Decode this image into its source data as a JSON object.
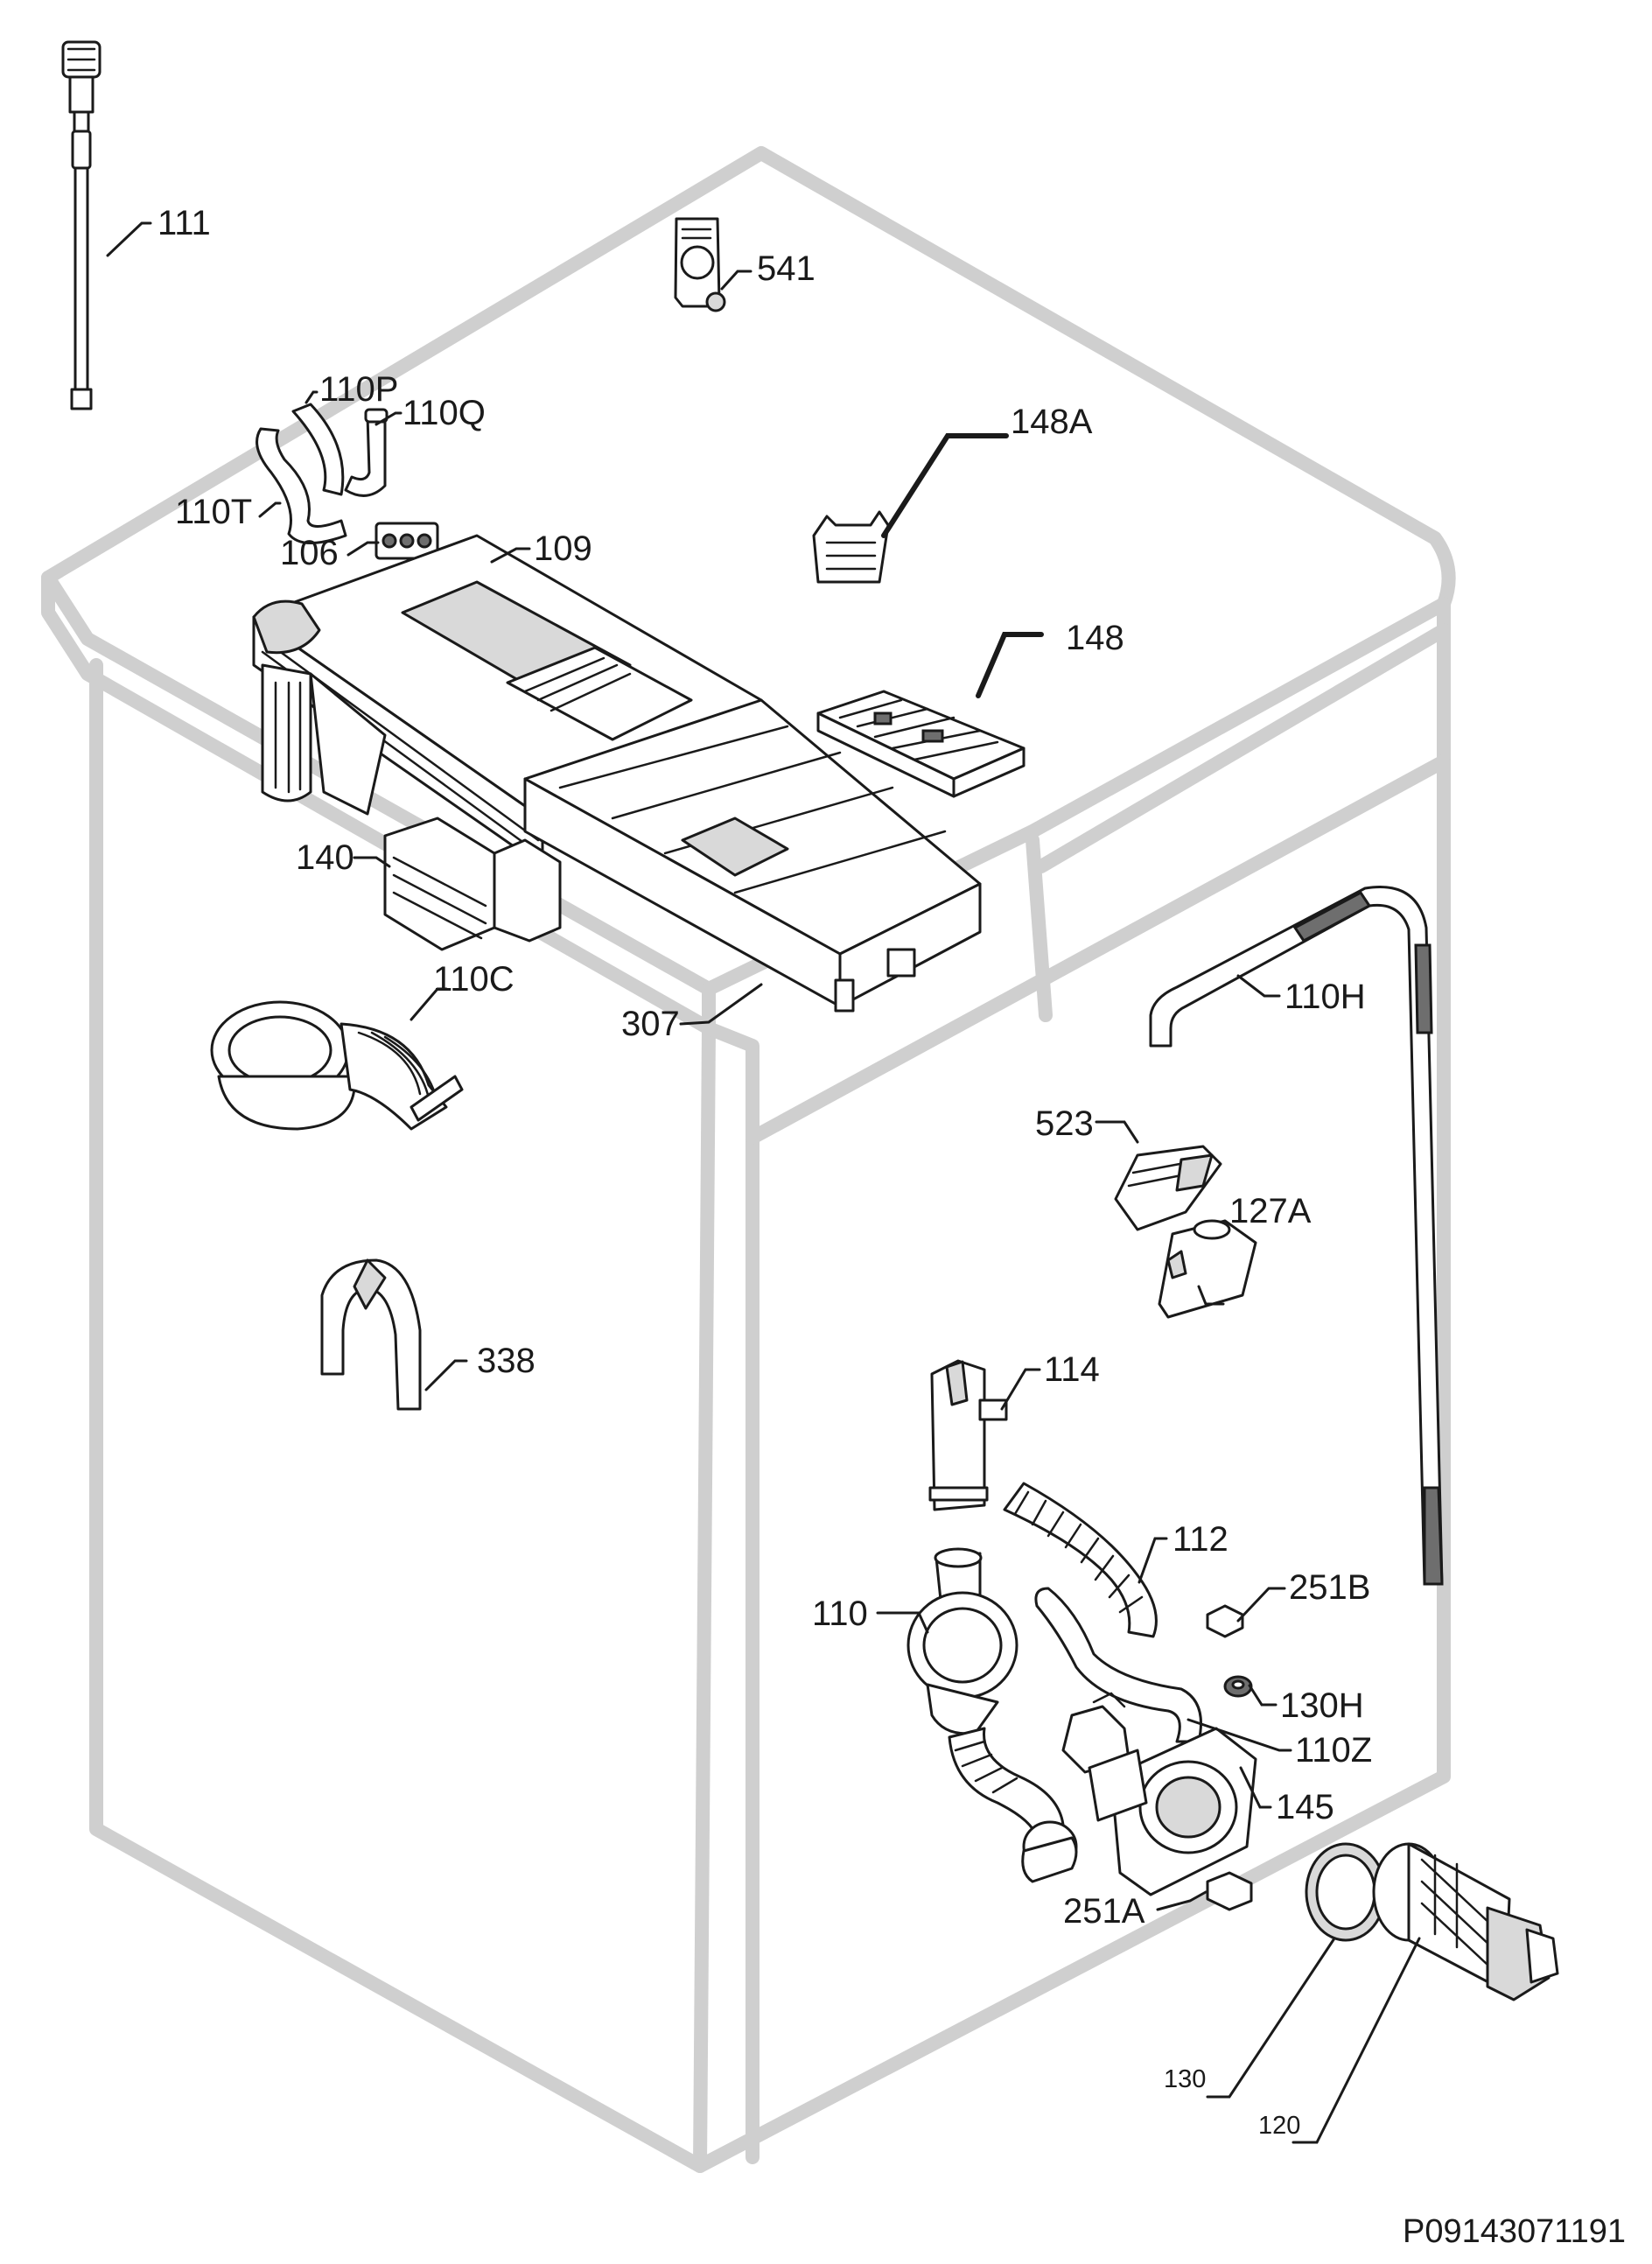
{
  "labels": {
    "p111": "111",
    "p541": "541",
    "p110P": "110P",
    "p110Q": "110Q",
    "p148A": "148A",
    "p110T": "110T",
    "p106": "106",
    "p109": "109",
    "p148": "148",
    "p140": "140",
    "p110C": "110C",
    "p307": "307",
    "p110H": "110H",
    "p523": "523",
    "p127A": "127A",
    "p338": "338",
    "p114": "114",
    "p112": "112",
    "p251B": "251B",
    "p110": "110",
    "p130H": "130H",
    "p110Z": "110Z",
    "p145": "145",
    "p251A": "251A",
    "p130": "130",
    "p120": "120"
  },
  "document_code": "P09143071191"
}
